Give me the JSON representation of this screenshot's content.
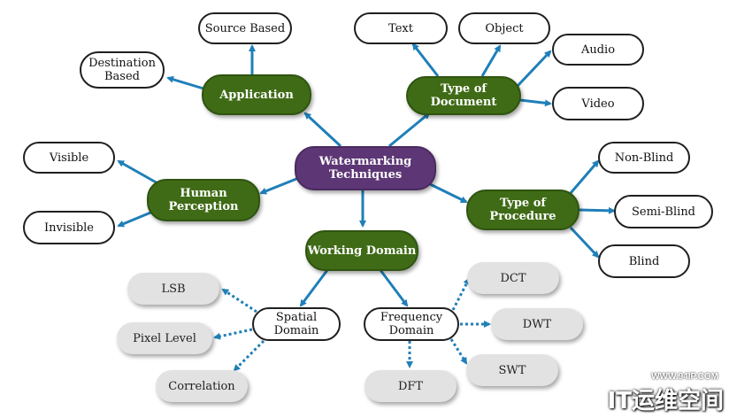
{
  "nodes": {
    "center": "Watermarking Techniques",
    "application": "Application",
    "source_based": "Source Based",
    "destination_based": "Destination Based",
    "type_of_document": "Type of Document",
    "text": "Text",
    "object": "Object",
    "audio": "Audio",
    "video": "Video",
    "human_perception": "Human Perception",
    "visible": "Visible",
    "invisible": "Invisible",
    "type_of_procedure": "Type of Procedure",
    "non_blind": "Non-Blind",
    "semi_blind": "Semi-Blind",
    "blind": "Blind",
    "working_domain": "Working Domain",
    "spatial_domain": "Spatial Domain",
    "lsb": "LSB",
    "pixel_level": "Pixel Level",
    "correlation": "Correlation",
    "frequency_domain": "Frequency Domain",
    "dct": "DCT",
    "dwt": "DWT",
    "swt": "SWT",
    "dft": "DFT"
  },
  "watermark": {
    "url": "WWW.94IP.COM",
    "brand": "IT运维空间"
  },
  "colors": {
    "green": "#3f6b16",
    "purple": "#5d3775",
    "arrow": "#1f7fb8",
    "gray": "#e2e2e2"
  }
}
